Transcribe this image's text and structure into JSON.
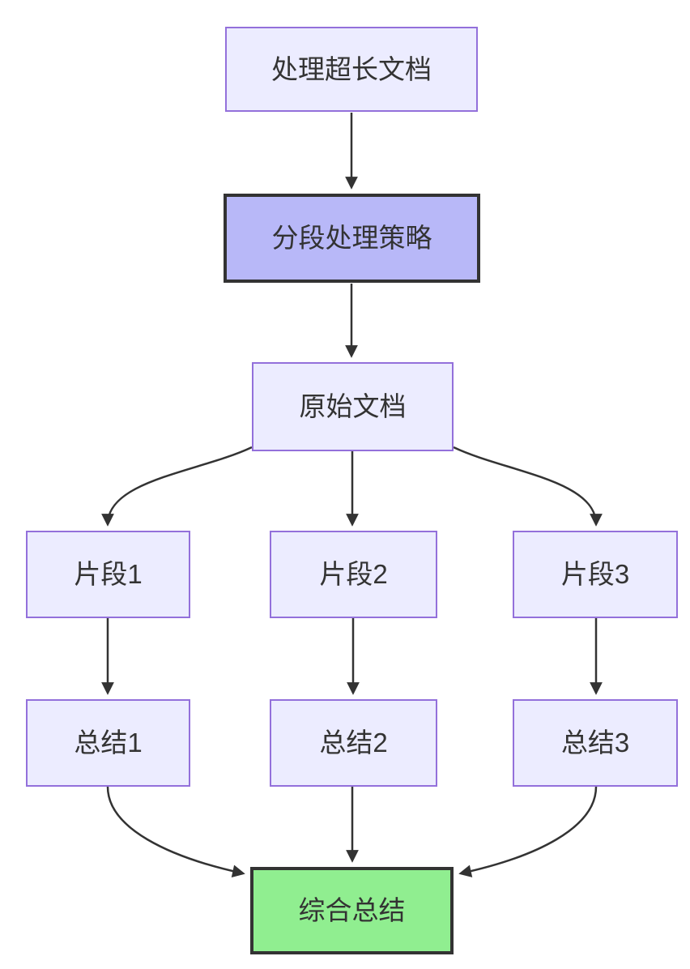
{
  "diagram": {
    "type": "flowchart",
    "direction": "top-down",
    "background": "#ffffff",
    "edge_color": "#333333",
    "text_color": "#333333",
    "nodes": [
      {
        "id": "start",
        "label": "处理超长文档",
        "fill": "#ECECFF",
        "border": "#9370DB"
      },
      {
        "id": "strategy",
        "label": "分段处理策略",
        "fill": "#B8B8F8",
        "border": "#333333"
      },
      {
        "id": "source",
        "label": "原始文档",
        "fill": "#ECECFF",
        "border": "#9370DB"
      },
      {
        "id": "chunk1",
        "label": "片段1",
        "fill": "#ECECFF",
        "border": "#9370DB"
      },
      {
        "id": "chunk2",
        "label": "片段2",
        "fill": "#ECECFF",
        "border": "#9370DB"
      },
      {
        "id": "chunk3",
        "label": "片段3",
        "fill": "#ECECFF",
        "border": "#9370DB"
      },
      {
        "id": "summary1",
        "label": "总结1",
        "fill": "#ECECFF",
        "border": "#9370DB"
      },
      {
        "id": "summary2",
        "label": "总结2",
        "fill": "#ECECFF",
        "border": "#9370DB"
      },
      {
        "id": "summary3",
        "label": "总结3",
        "fill": "#ECECFF",
        "border": "#9370DB"
      },
      {
        "id": "final",
        "label": "综合总结",
        "fill": "#90EE90",
        "border": "#333333"
      }
    ],
    "edges": [
      {
        "from": "处理超长文档",
        "to": "分段处理策略"
      },
      {
        "from": "分段处理策略",
        "to": "原始文档"
      },
      {
        "from": "原始文档",
        "to": "片段1"
      },
      {
        "from": "原始文档",
        "to": "片段2"
      },
      {
        "from": "原始文档",
        "to": "片段3"
      },
      {
        "from": "片段1",
        "to": "总结1"
      },
      {
        "from": "片段2",
        "to": "总结2"
      },
      {
        "from": "片段3",
        "to": "总结3"
      },
      {
        "from": "总结1",
        "to": "综合总结"
      },
      {
        "from": "总结2",
        "to": "综合总结"
      },
      {
        "from": "总结3",
        "to": "综合总结"
      }
    ]
  }
}
